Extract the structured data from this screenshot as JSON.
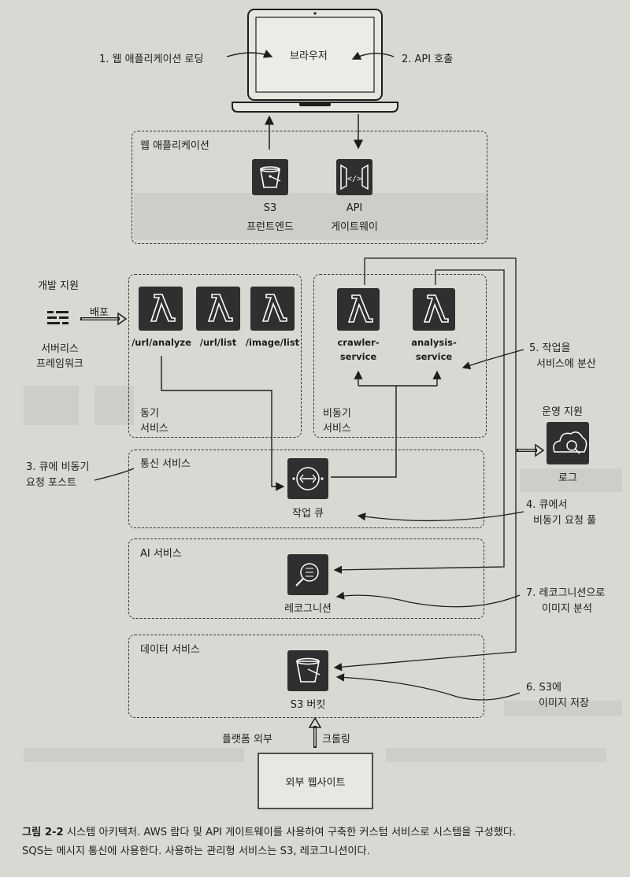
{
  "browser": {
    "label": "브라우저"
  },
  "callouts": {
    "c1": "1. 웹 애플리케이션 로딩",
    "c2": "2. API 호출",
    "c3a": "3. 큐에 비동기",
    "c3b": "요청 포스트",
    "c4a": "4. 큐에서",
    "c4b": "비동기 요청 풀",
    "c5a": "5. 작업을",
    "c5b": "서비스에 분산",
    "c6a": "6. S3에",
    "c6b": "이미지 저장",
    "c7a": "7. 레코그니션으로",
    "c7b": "이미지 분석"
  },
  "webapp": {
    "title": "웹 애플리케이션",
    "s3_l1": "S3",
    "s3_l2": "프런트엔드",
    "api_l1": "API",
    "api_l2": "게이트웨이"
  },
  "devsupport": {
    "title": "개발 지원",
    "deploy": "배포",
    "fw_l1": "서버리스",
    "fw_l2": "프레임워크"
  },
  "sync": {
    "title_l1": "동기",
    "title_l2": "서비스",
    "fn1": "/url/analyze",
    "fn2": "/url/list",
    "fn3": "/image/list"
  },
  "async": {
    "title_l1": "비동기",
    "title_l2": "서비스",
    "fn1_l1": "crawler-",
    "fn1_l2": "service",
    "fn2_l1": "analysis-",
    "fn2_l2": "service"
  },
  "ops": {
    "title": "운영 지원",
    "logs": "로그"
  },
  "comm": {
    "title": "통신 서비스",
    "queue": "작업 큐"
  },
  "ai": {
    "title": "AI 서비스",
    "rek": "레코그니션"
  },
  "data": {
    "title": "데이터 서비스",
    "bucket": "S3 버킷"
  },
  "external": {
    "outside": "플랫폼 외부",
    "crawl": "크롤링",
    "site": "외부 웹사이트"
  },
  "caption": {
    "label": "그림 2-2",
    "line1": " 시스템 아키텍처. AWS 람다 및 API 게이트웨이를 사용하여 구축한 커스텀 서비스로 시스템을 구성했다.",
    "line2": "SQS는 메시지 통신에 사용한다. 사용하는 관리형 서비스는 S3, 레코그니션이다."
  }
}
